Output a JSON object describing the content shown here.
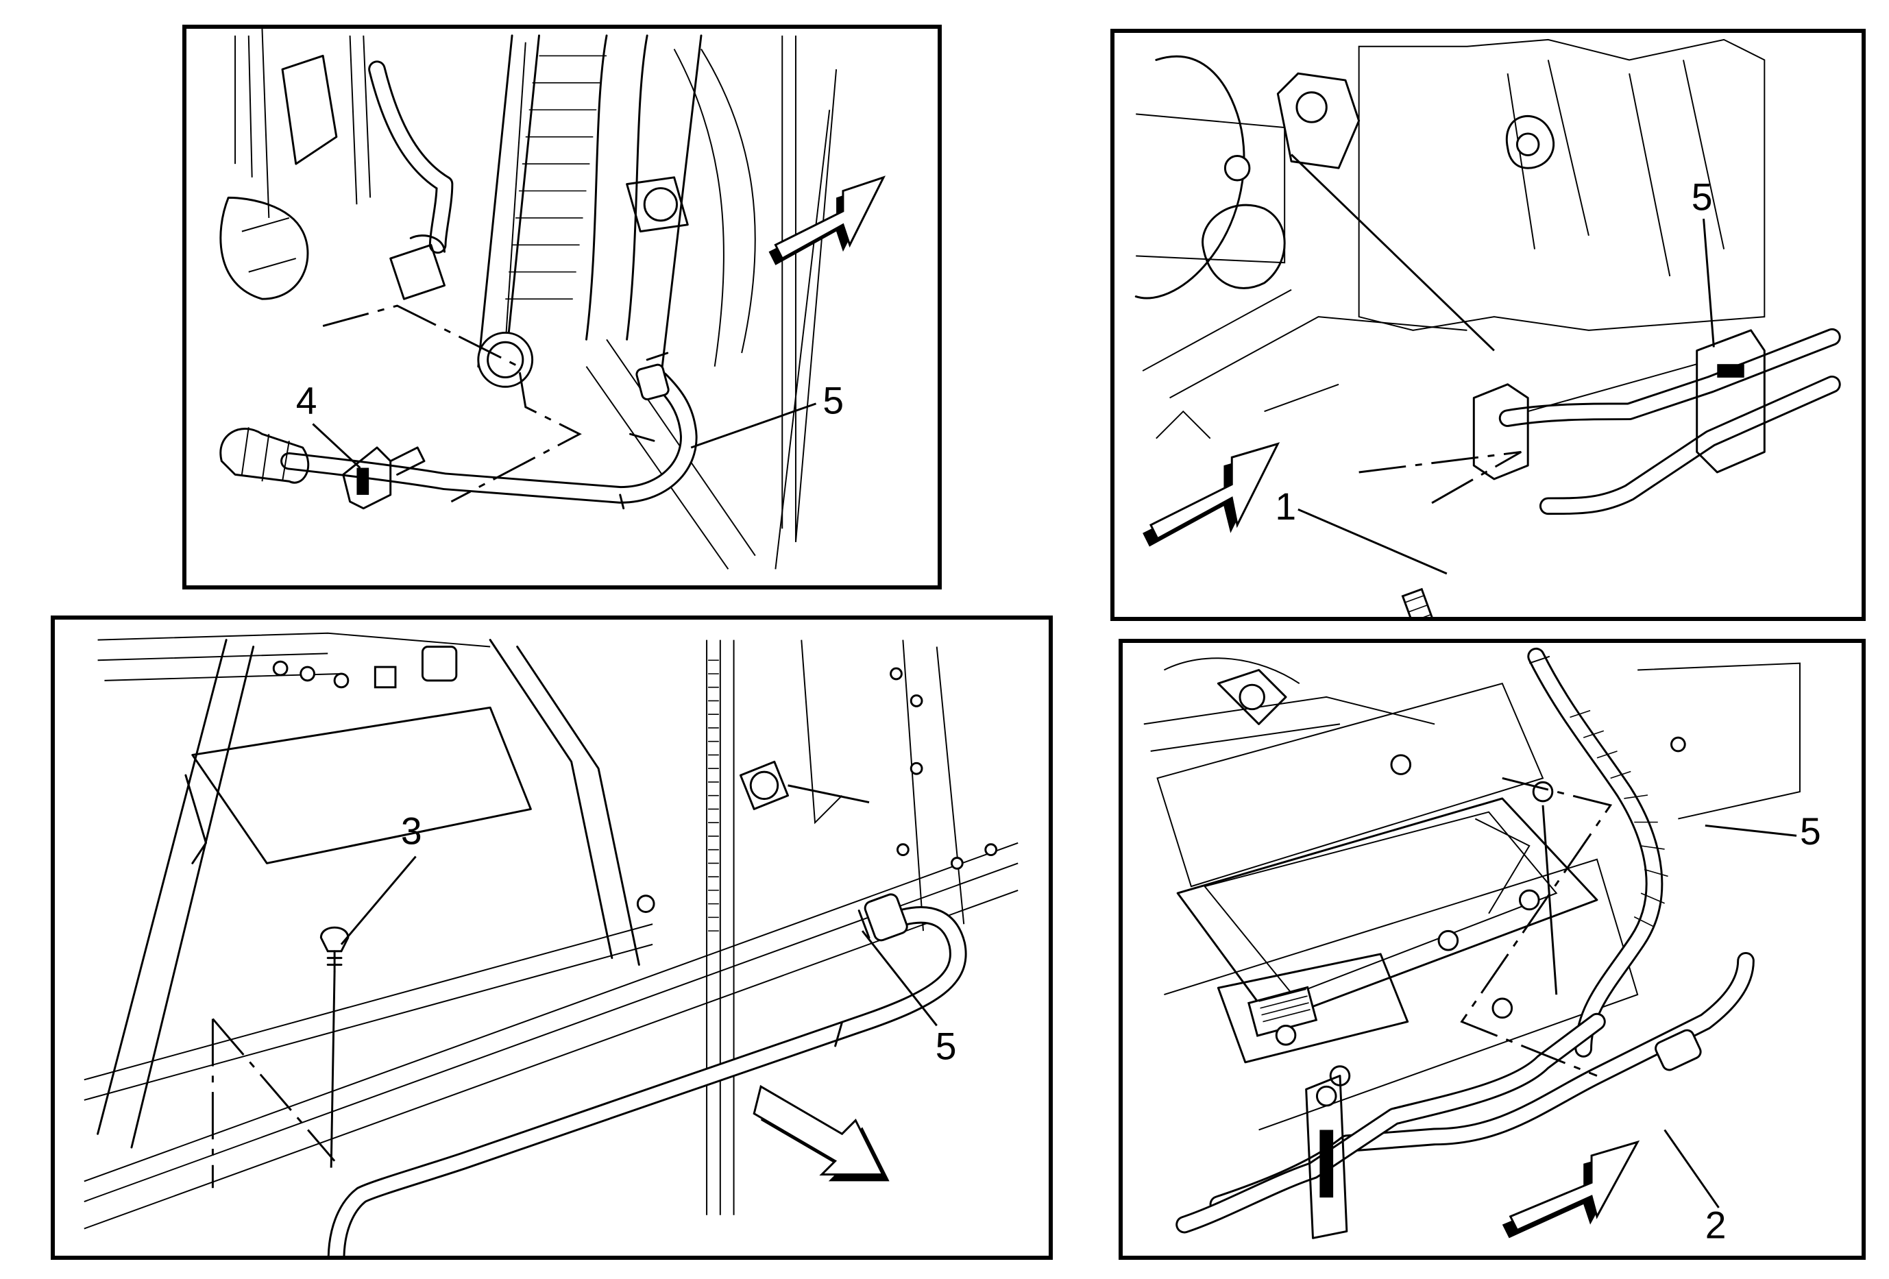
{
  "panels": [
    {
      "id": "top-left",
      "callouts": [
        "4",
        "5"
      ]
    },
    {
      "id": "top-right",
      "callouts": [
        "5",
        "1"
      ]
    },
    {
      "id": "bottom-left",
      "callouts": [
        "3",
        "5"
      ]
    },
    {
      "id": "bottom-right",
      "callouts": [
        "5",
        "2"
      ]
    }
  ],
  "arrow_icon": "front-of-vehicle-arrow-icon"
}
